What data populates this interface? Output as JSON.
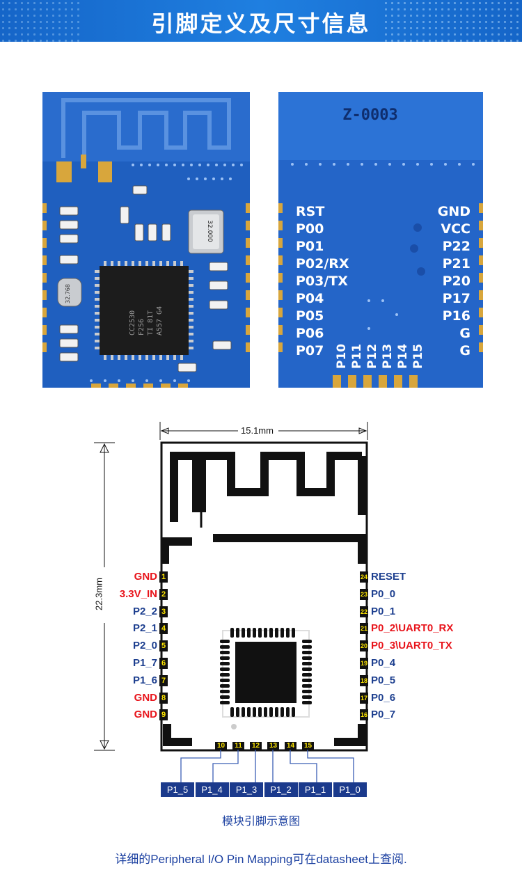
{
  "header": {
    "title": "引脚定义及尺寸信息"
  },
  "photo_top": {
    "chip_text": "CC2530\nF256\nTI 81T\nA557 G4",
    "crystal_text": "32.000\nMHZ",
    "crystal2_text": "32.768"
  },
  "photo_bottom": {
    "module_id": "Z-0003",
    "left_pins": [
      "RST",
      "P00",
      "P01",
      "P02/RX",
      "P03/TX",
      "P04",
      "P05",
      "P06",
      "P07"
    ],
    "right_pins": [
      "GND",
      "VCC",
      "P22",
      "P21",
      "P20",
      "P17",
      "P16",
      "G",
      "G"
    ],
    "bottom_pins": [
      "P10",
      "P11",
      "P12",
      "P13",
      "P14",
      "P15"
    ]
  },
  "diagram": {
    "width_label": "15.1mm",
    "height_label": "22.3mm",
    "left_pins": [
      {
        "num": "1",
        "label": "GND",
        "color": "#e8141b"
      },
      {
        "num": "2",
        "label": "3.3V_IN",
        "color": "#e8141b"
      },
      {
        "num": "3",
        "label": "P2_2",
        "color": "#1d3f8f"
      },
      {
        "num": "4",
        "label": "P2_1",
        "color": "#1d3f8f"
      },
      {
        "num": "5",
        "label": "P2_0",
        "color": "#1d3f8f"
      },
      {
        "num": "6",
        "label": "P1_7",
        "color": "#1d3f8f"
      },
      {
        "num": "7",
        "label": "P1_6",
        "color": "#1d3f8f"
      },
      {
        "num": "8",
        "label": "GND",
        "color": "#e8141b"
      },
      {
        "num": "9",
        "label": "GND",
        "color": "#e8141b"
      }
    ],
    "right_pins": [
      {
        "num": "24",
        "label": "RESET",
        "color": "#1d3f8f"
      },
      {
        "num": "23",
        "label": "P0_0",
        "color": "#1d3f8f"
      },
      {
        "num": "22",
        "label": "P0_1",
        "color": "#1d3f8f"
      },
      {
        "num": "21",
        "label": "P0_2\\UART0_RX",
        "color": "#e8141b"
      },
      {
        "num": "20",
        "label": "P0_3\\UART0_TX",
        "color": "#e8141b"
      },
      {
        "num": "19",
        "label": "P0_4",
        "color": "#1d3f8f"
      },
      {
        "num": "18",
        "label": "P0_5",
        "color": "#1d3f8f"
      },
      {
        "num": "17",
        "label": "P0_6",
        "color": "#1d3f8f"
      },
      {
        "num": "16",
        "label": "P0_7",
        "color": "#1d3f8f"
      }
    ],
    "bottom_pins": [
      {
        "num": "10",
        "label": "P1_5"
      },
      {
        "num": "11",
        "label": "P1_4"
      },
      {
        "num": "12",
        "label": "P1_3"
      },
      {
        "num": "13",
        "label": "P1_2"
      },
      {
        "num": "14",
        "label": "P1_1"
      },
      {
        "num": "15",
        "label": "P1_0"
      }
    ],
    "caption": "模块引脚示意图"
  },
  "footer": {
    "note": "详细的Peripheral I/O Pin Mapping可在datasheet上查阅."
  },
  "colors": {
    "banner": "#1a6fd4",
    "pcb": "#1f5fbf",
    "label_blue": "#1d3f8f",
    "label_red": "#e8141b"
  }
}
